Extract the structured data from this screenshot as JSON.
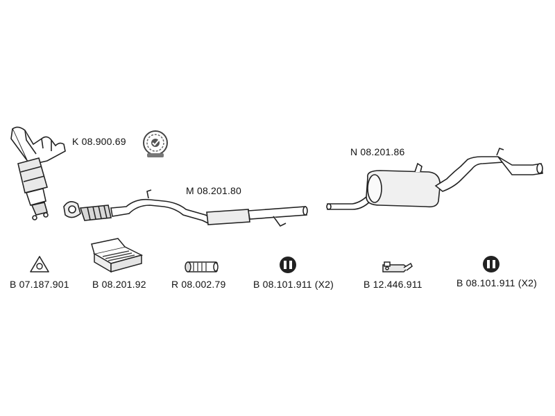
{
  "diagram": {
    "main_parts": [
      {
        "code": "K 08.900.69",
        "icon": "catalytic-converter-manifold"
      },
      {
        "code": "M 08.201.80",
        "icon": "center-pipe-with-resonator"
      },
      {
        "code": "N 08.201.86",
        "icon": "rear-muffler-with-tailpipe"
      }
    ],
    "accessories": [
      {
        "code": "B 07.187.901",
        "icon": "flange-gasket"
      },
      {
        "code": "B 08.201.92",
        "icon": "mounting-kit-box"
      },
      {
        "code": "R 08.002.79",
        "icon": "repair-pipe"
      },
      {
        "code": "B 08.101.911 (X2)",
        "icon": "rubber-hanger"
      },
      {
        "code": "B 12.446.911",
        "icon": "clamp-bracket"
      },
      {
        "code": "B 08.101.911 (X2)",
        "icon": "rubber-hanger"
      }
    ],
    "badge_icon": "quality-seal"
  }
}
